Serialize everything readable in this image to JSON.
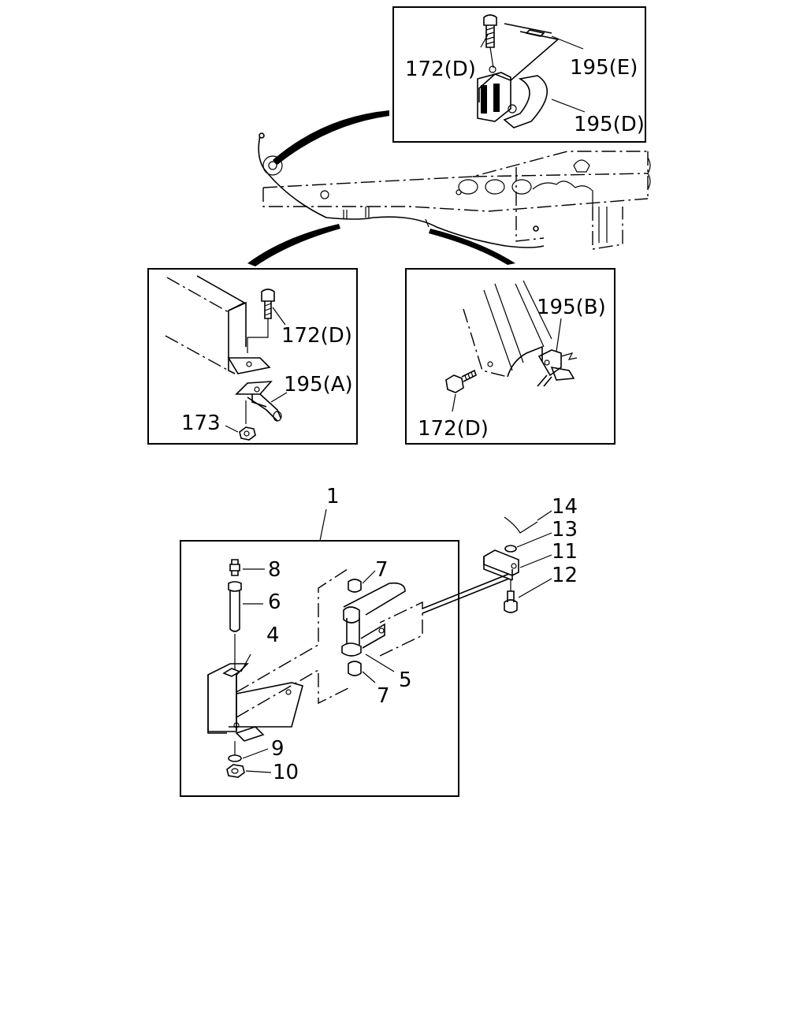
{
  "callouts": {
    "c172_d_top": "172(D)",
    "c195_e": "195(E)",
    "c195_d": "195(D)",
    "c172_d_left": "172(D)",
    "c195_a": "195(A)",
    "c173": "173",
    "c195_b": "195(B)",
    "c172_d_right": "172(D)",
    "c1": "1",
    "c8": "8",
    "c7_top": "7",
    "c6": "6",
    "c4": "4",
    "c5": "5",
    "c7_bottom": "7",
    "c9": "9",
    "c10": "10",
    "c14": "14",
    "c13": "13",
    "c11": "11",
    "c12": "12"
  }
}
